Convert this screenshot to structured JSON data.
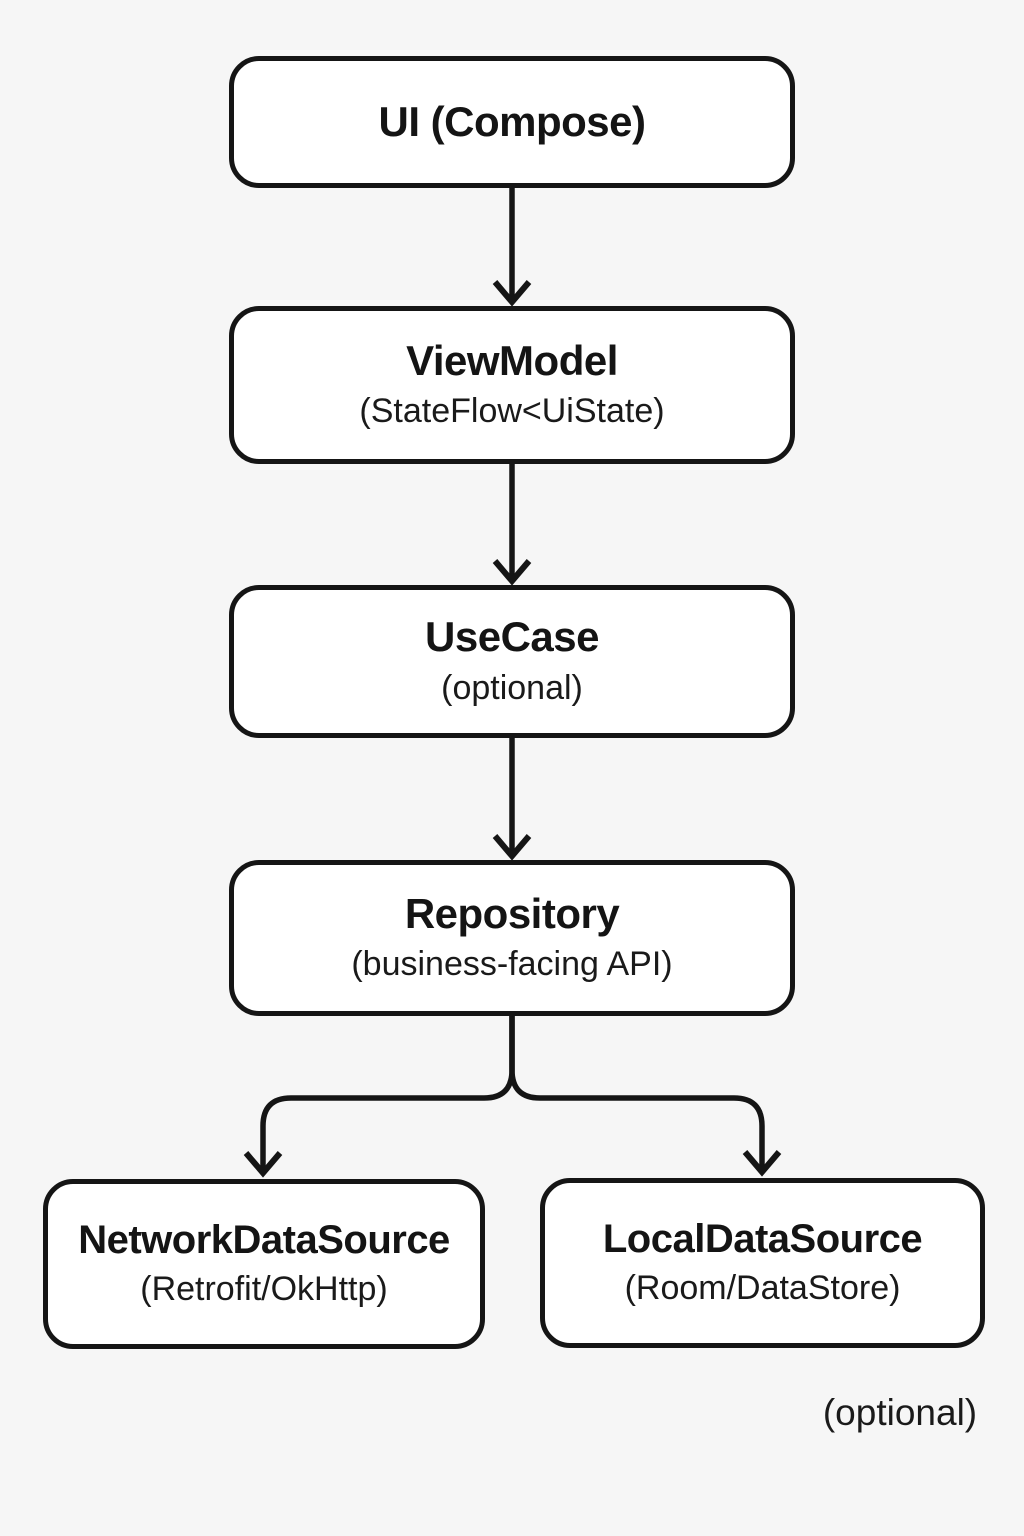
{
  "colors": {
    "background": "#f6f6f6",
    "box_fill": "#ffffff",
    "stroke": "#151515",
    "text": "#141414"
  },
  "diagram": {
    "type": "flowchart",
    "direction": "top-down",
    "nodes": [
      {
        "id": "ui",
        "title": "UI (Compose)",
        "subtitle": null
      },
      {
        "id": "viewmodel",
        "title": "ViewModel",
        "subtitle": "(StateFlow<UiState)"
      },
      {
        "id": "usecase",
        "title": "UseCase",
        "subtitle": "(optional)"
      },
      {
        "id": "repository",
        "title": "Repository",
        "subtitle": "(business-facing API)"
      },
      {
        "id": "networkdatasource",
        "title": "NetworkDataSource",
        "subtitle": "(Retrofit/OkHttp)"
      },
      {
        "id": "localdatasource",
        "title": "LocalDataSource",
        "subtitle": "(Room/DataStore)"
      }
    ],
    "edges": [
      {
        "from": "ui",
        "to": "viewmodel"
      },
      {
        "from": "viewmodel",
        "to": "usecase"
      },
      {
        "from": "usecase",
        "to": "repository"
      },
      {
        "from": "repository",
        "to": "networkdatasource"
      },
      {
        "from": "repository",
        "to": "localdatasource"
      }
    ],
    "annotations": {
      "bottom_right_note": "(optional)"
    }
  }
}
